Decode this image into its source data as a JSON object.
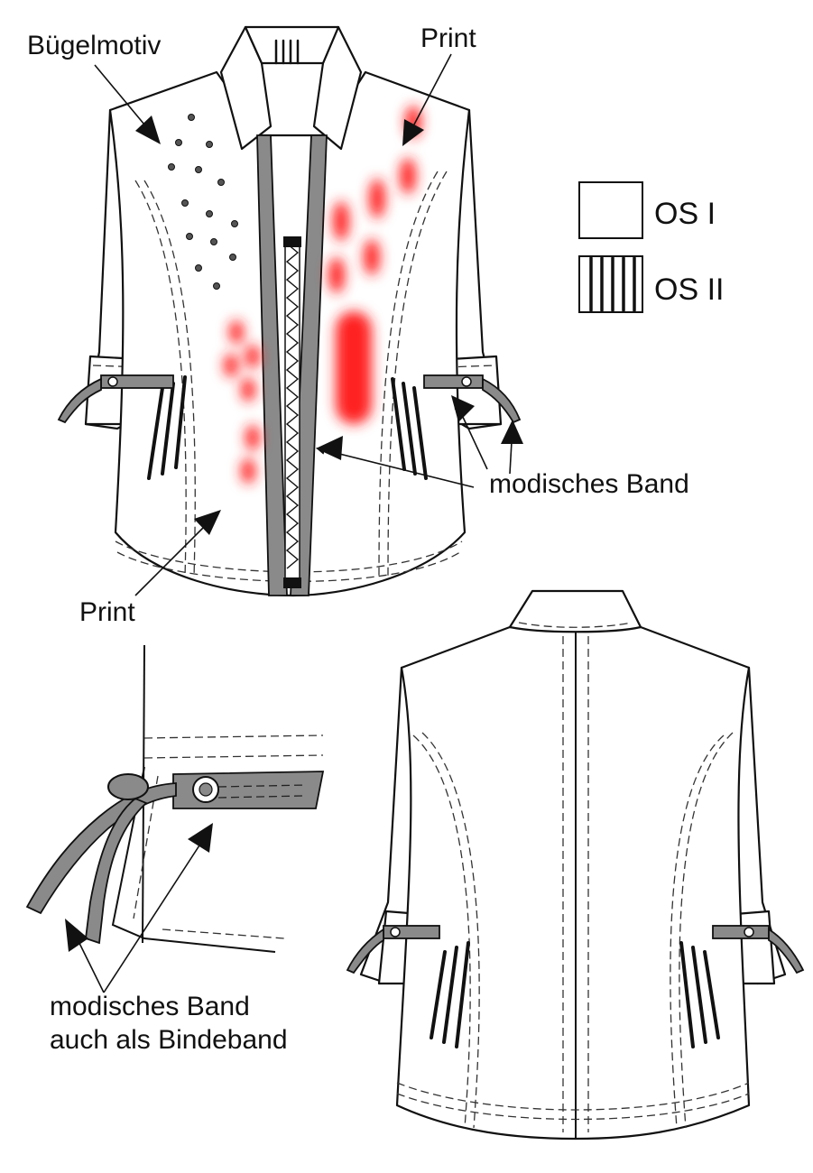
{
  "labels": {
    "buegelmotiv": "Bügelmotiv",
    "print_top": "Print",
    "print_bottom": "Print",
    "modisches_band": "modisches Band",
    "bindeband_line1": "modisches Band",
    "bindeband_line2": "auch als Bindeband"
  },
  "legend": {
    "os1": "OS I",
    "os2": "OS II"
  },
  "colors": {
    "print": "#ff2020",
    "band": "#8a8a8a",
    "outline": "#111111"
  }
}
